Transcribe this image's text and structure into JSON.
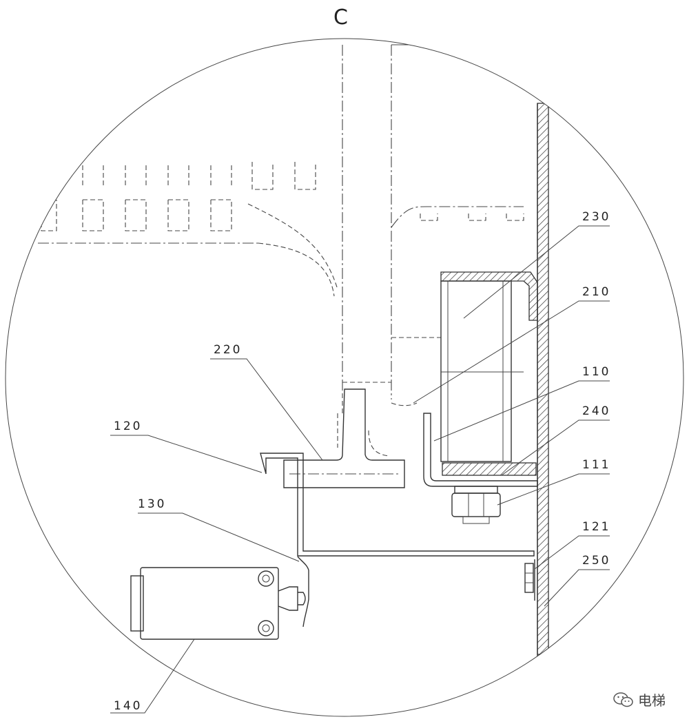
{
  "view": {
    "title": "C"
  },
  "callouts": [
    {
      "id": "230",
      "label": "230"
    },
    {
      "id": "210",
      "label": "210"
    },
    {
      "id": "220",
      "label": "220"
    },
    {
      "id": "110",
      "label": "110"
    },
    {
      "id": "120",
      "label": "120"
    },
    {
      "id": "240",
      "label": "240"
    },
    {
      "id": "111",
      "label": "111"
    },
    {
      "id": "130",
      "label": "130"
    },
    {
      "id": "121",
      "label": "121"
    },
    {
      "id": "250",
      "label": "250"
    },
    {
      "id": "140",
      "label": "140"
    }
  ],
  "watermark": {
    "icon": "wechat-icon",
    "text": "电梯"
  },
  "colors": {
    "line": "#333333",
    "background": "#ffffff"
  }
}
